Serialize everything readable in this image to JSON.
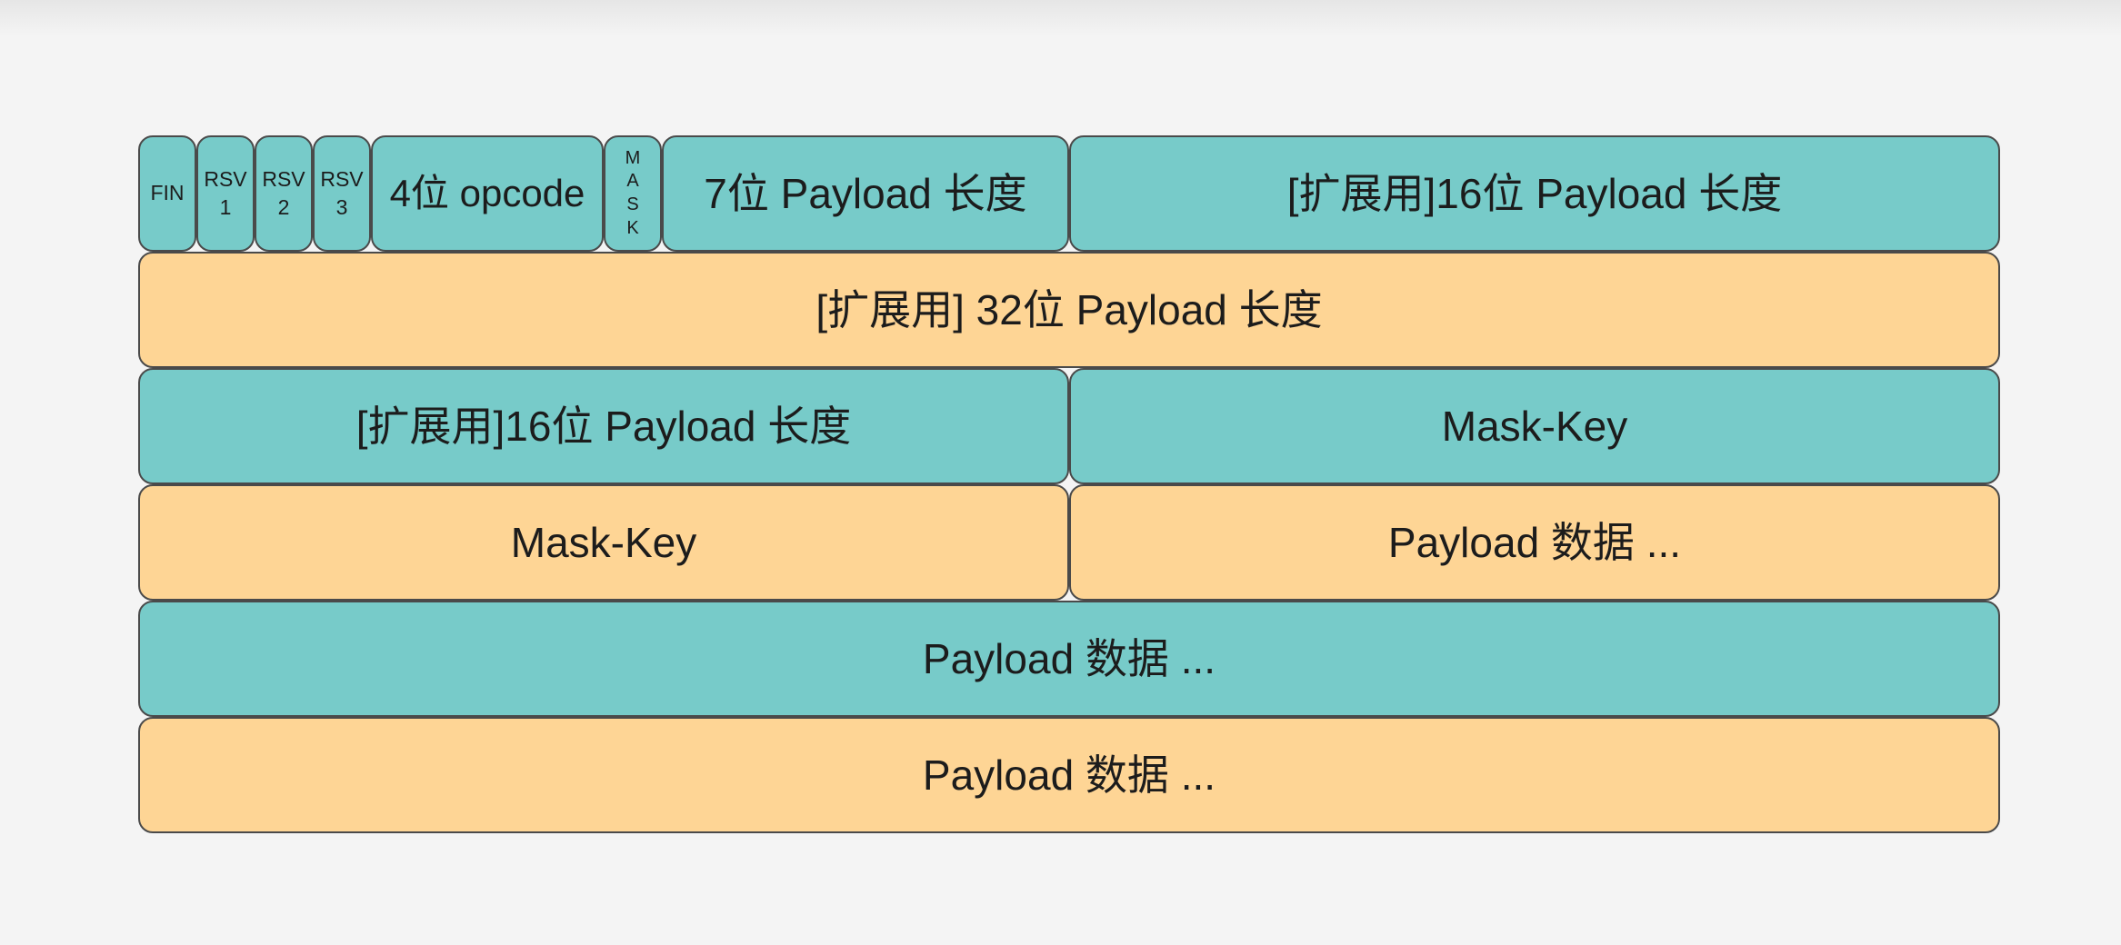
{
  "row1": {
    "fin": "FIN",
    "rsv1_a": "RSV",
    "rsv1_b": "1",
    "rsv2_a": "RSV",
    "rsv2_b": "2",
    "rsv3_a": "RSV",
    "rsv3_b": "3",
    "opcode": "4位 opcode",
    "mask_chars": [
      "M",
      "A",
      "S",
      "K"
    ],
    "payload_len7": "7位 Payload 长度",
    "ext16": "[扩展用]16位 Payload 长度"
  },
  "row2": {
    "ext32": "[扩展用] 32位 Payload 长度"
  },
  "row3": {
    "ext16": "[扩展用]16位 Payload 长度",
    "mask_key": "Mask-Key"
  },
  "row4": {
    "mask_key": "Mask-Key",
    "payload": "Payload 数据 ..."
  },
  "row5": {
    "payload": "Payload 数据 ..."
  },
  "row6": {
    "payload": "Payload 数据 ..."
  },
  "colors": {
    "teal": "#77cbc9",
    "peach": "#fed595",
    "border": "#4a4a4a"
  }
}
